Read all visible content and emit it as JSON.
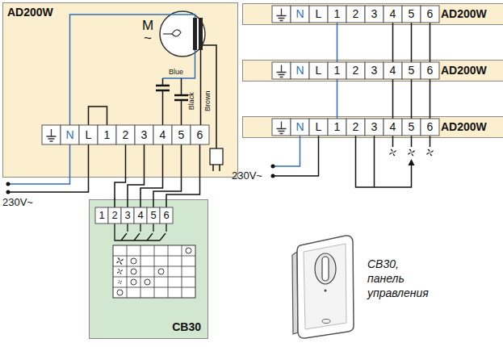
{
  "diagram": {
    "nodes": [
      {
        "text": [
          "AD200W"
        ]
      },
      {
        "text": [
          "CB30"
        ]
      },
      {
        "text": [
          "AD200W"
        ]
      },
      {
        "text": [
          "AD200W"
        ]
      },
      {
        "text": [
          "AD200W"
        ]
      }
    ],
    "edges": [
      {
        "from": 0,
        "to": 1,
        "arrow": "none"
      },
      {
        "from": 2,
        "to": 3,
        "arrow": "none"
      },
      {
        "from": 3,
        "to": 4,
        "arrow": "none"
      }
    ],
    "labels": [
      "M",
      "~",
      "Blue",
      "Black",
      "Brown",
      "N",
      "L",
      "1",
      "2",
      "3",
      "4",
      "5",
      "6",
      "230V~",
      "1",
      "2",
      "3",
      "4",
      "5",
      "6",
      "N",
      "L",
      "1",
      "2",
      "3",
      "4",
      "5",
      "6",
      "N",
      "L",
      "1",
      "2",
      "3",
      "4",
      "5",
      "6",
      "N",
      "L",
      "1",
      "2",
      "3",
      "4",
      "5",
      "6",
      "230V~",
      "CB30, панель управления"
    ]
  }
}
